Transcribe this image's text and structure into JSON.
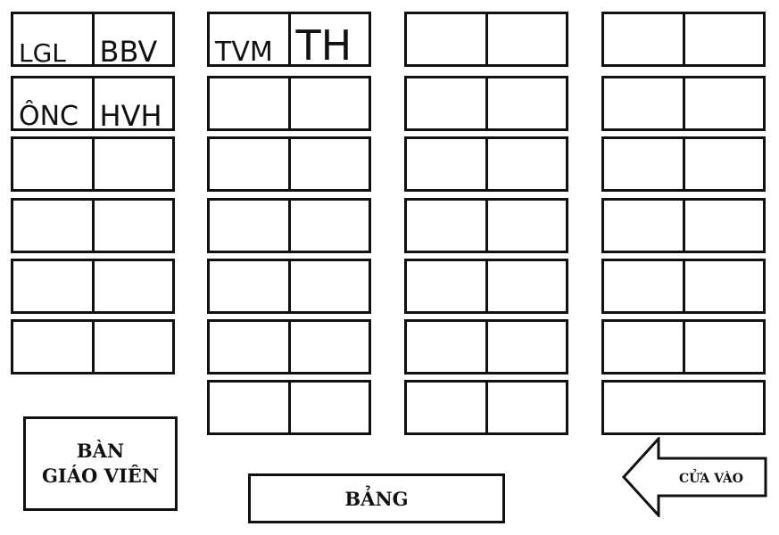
{
  "seating_chart": {
    "columns": [
      {
        "desks": [
          {
            "seats": [
              {
                "label": "LGL",
                "size": 28
              },
              {
                "label": "BBV",
                "size": 32
              }
            ]
          },
          {
            "seats": [
              {
                "label": "ÔNC",
                "size": 30
              },
              {
                "label": "HVH",
                "size": 32
              }
            ]
          },
          {
            "seats": [
              {
                "label": ""
              },
              {
                "label": ""
              }
            ]
          },
          {
            "seats": [
              {
                "label": ""
              },
              {
                "label": ""
              }
            ]
          },
          {
            "seats": [
              {
                "label": ""
              },
              {
                "label": ""
              }
            ]
          },
          {
            "seats": [
              {
                "label": ""
              },
              {
                "label": ""
              }
            ]
          }
        ]
      },
      {
        "desks": [
          {
            "seats": [
              {
                "label": "TVM",
                "size": 30
              },
              {
                "label": "TH",
                "size": 46
              }
            ]
          },
          {
            "seats": [
              {
                "label": ""
              },
              {
                "label": ""
              }
            ]
          },
          {
            "seats": [
              {
                "label": ""
              },
              {
                "label": ""
              }
            ]
          },
          {
            "seats": [
              {
                "label": ""
              },
              {
                "label": ""
              }
            ]
          },
          {
            "seats": [
              {
                "label": ""
              },
              {
                "label": ""
              }
            ]
          },
          {
            "seats": [
              {
                "label": ""
              },
              {
                "label": ""
              }
            ]
          },
          {
            "seats": [
              {
                "label": ""
              },
              {
                "label": ""
              }
            ]
          }
        ]
      },
      {
        "desks": [
          {
            "seats": [
              {
                "label": ""
              },
              {
                "label": ""
              }
            ]
          },
          {
            "seats": [
              {
                "label": ""
              },
              {
                "label": ""
              }
            ]
          },
          {
            "seats": [
              {
                "label": ""
              },
              {
                "label": ""
              }
            ]
          },
          {
            "seats": [
              {
                "label": ""
              },
              {
                "label": ""
              }
            ]
          },
          {
            "seats": [
              {
                "label": ""
              },
              {
                "label": ""
              }
            ]
          },
          {
            "seats": [
              {
                "label": ""
              },
              {
                "label": ""
              }
            ]
          },
          {
            "seats": [
              {
                "label": ""
              },
              {
                "label": ""
              }
            ]
          }
        ]
      },
      {
        "desks": [
          {
            "seats": [
              {
                "label": ""
              },
              {
                "label": ""
              }
            ]
          },
          {
            "seats": [
              {
                "label": ""
              },
              {
                "label": ""
              }
            ]
          },
          {
            "seats": [
              {
                "label": ""
              },
              {
                "label": ""
              }
            ]
          },
          {
            "seats": [
              {
                "label": ""
              },
              {
                "label": ""
              }
            ]
          },
          {
            "seats": [
              {
                "label": ""
              },
              {
                "label": ""
              }
            ]
          },
          {
            "seats": [
              {
                "label": ""
              },
              {
                "label": ""
              }
            ]
          },
          {
            "seats": [
              {
                "label": ""
              }
            ]
          }
        ]
      }
    ]
  },
  "teacher_desk": {
    "line1": "BÀN",
    "line2": "GIÁO VIÊN"
  },
  "board": {
    "label": "BẢNG"
  },
  "door": {
    "label": "CỬA VÀO",
    "icon": "arrow-left-icon"
  },
  "colors": {
    "stroke": "#111111",
    "background": "#ffffff"
  }
}
